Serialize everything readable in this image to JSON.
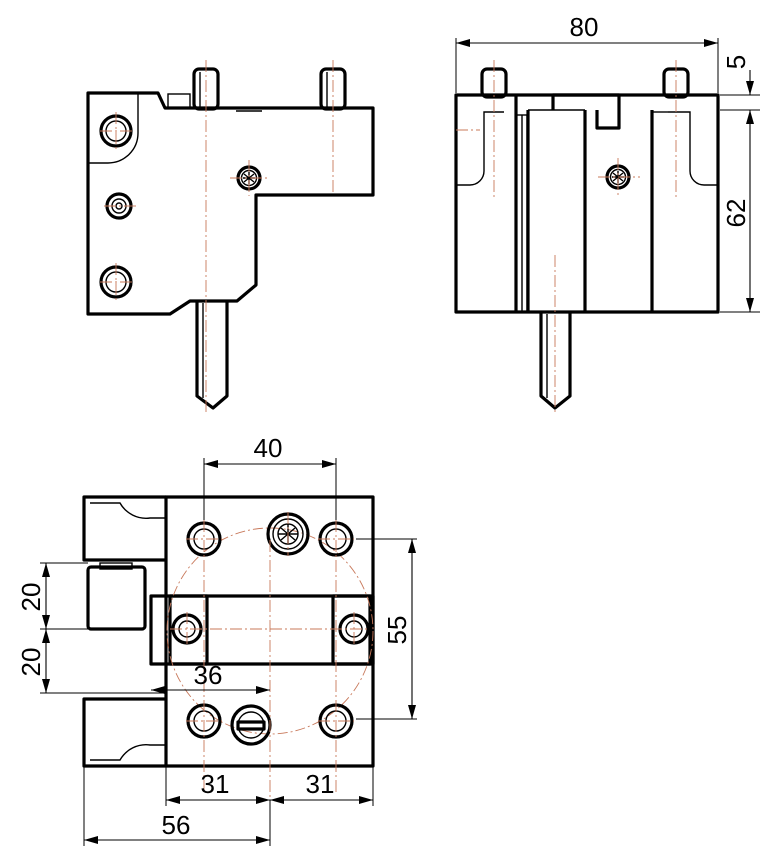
{
  "dimensions": {
    "width_80": "80",
    "offset_5": "5",
    "height_62": "62",
    "spacing_40": "40",
    "spacing_55": "55",
    "slot_20_top": "20",
    "slot_20_bottom": "20",
    "offset_36": "36",
    "left_31": "31",
    "right_31": "31",
    "offset_56": "56"
  },
  "colors": {
    "outline": "#000000",
    "centerline": "#c8785a",
    "background": "#ffffff"
  }
}
